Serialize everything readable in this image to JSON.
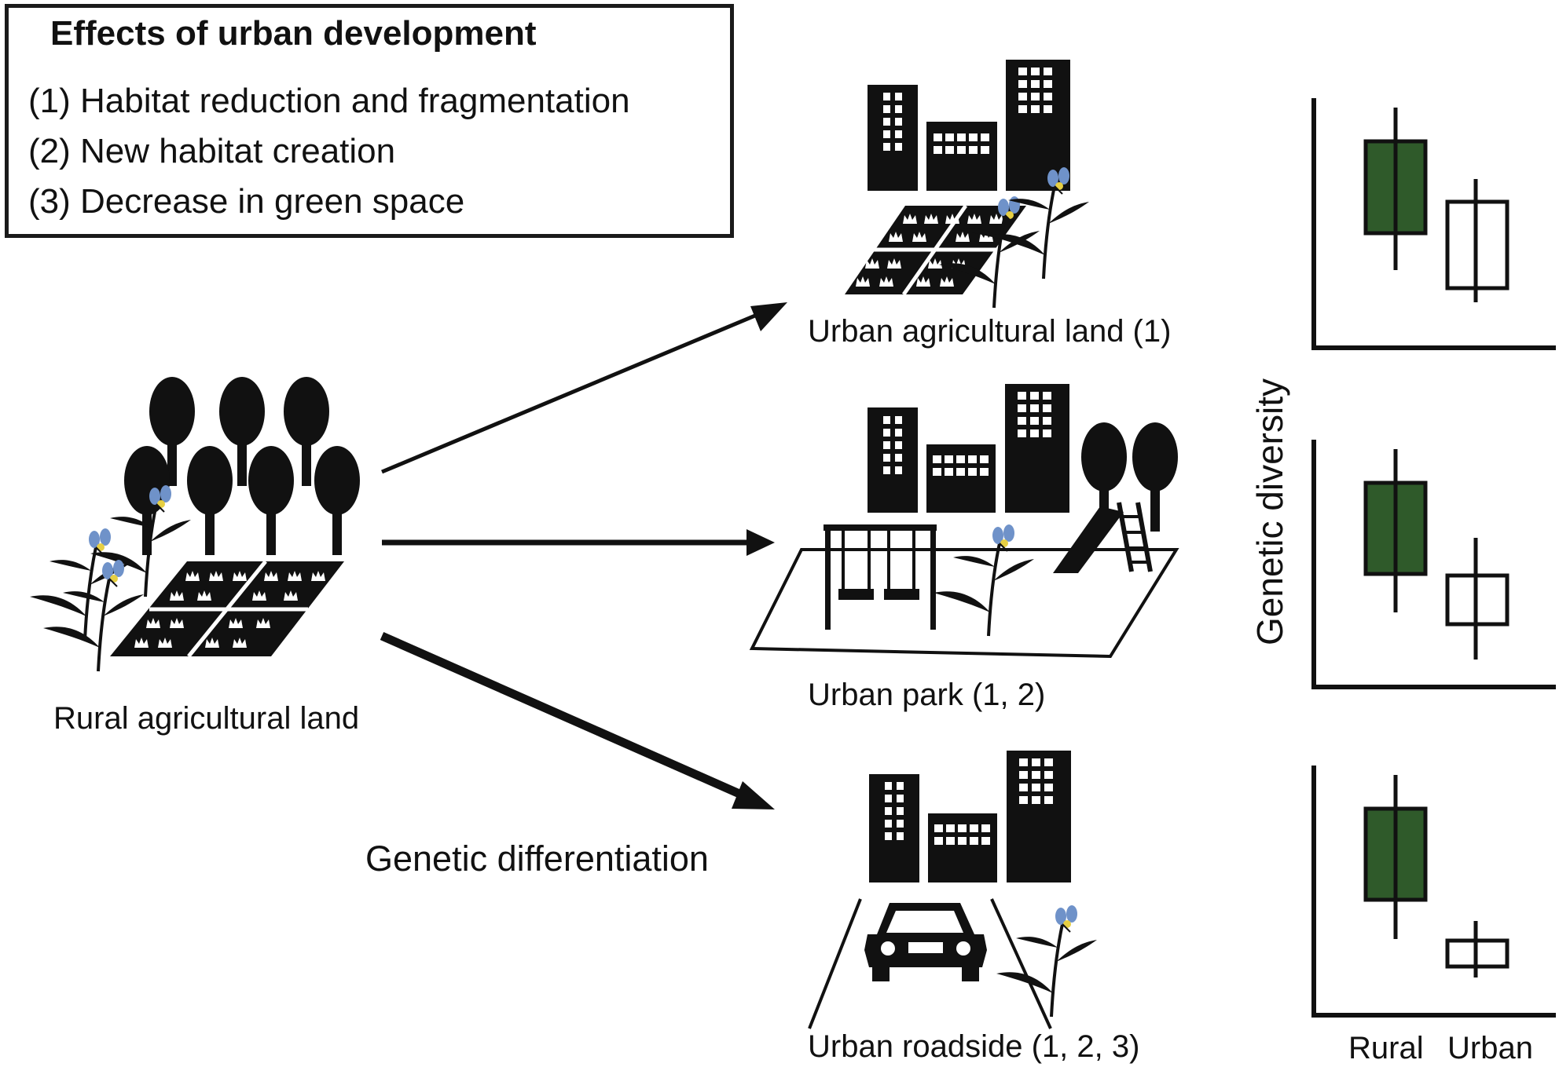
{
  "legend": {
    "title": "Effects of urban development",
    "items": [
      "(1) Habitat reduction and fragmentation",
      "(2) New habitat creation",
      "(3) Decrease in green space"
    ]
  },
  "scenes": {
    "rural": "Rural agricultural land",
    "urban_agri": "Urban agricultural land (1)",
    "urban_park": "Urban park (1, 2)",
    "urban_road": "Urban roadside (1, 2, 3)"
  },
  "arrow_label": "Genetic differentiation",
  "plots": {
    "ylabel": "Genetic diversity",
    "categories": [
      "Rural",
      "Urban"
    ]
  },
  "colors": {
    "rural_box": "#2f5a2a",
    "urban_box": "#ffffff",
    "ink": "#111111",
    "flower": "#6f92c9",
    "flower_center": "#e6cf43"
  },
  "icons": [
    "tree-icon",
    "building-icon",
    "crop-field-icon",
    "flower-plant-icon",
    "swing-icon",
    "slide-icon",
    "car-icon",
    "road-icon"
  ]
}
